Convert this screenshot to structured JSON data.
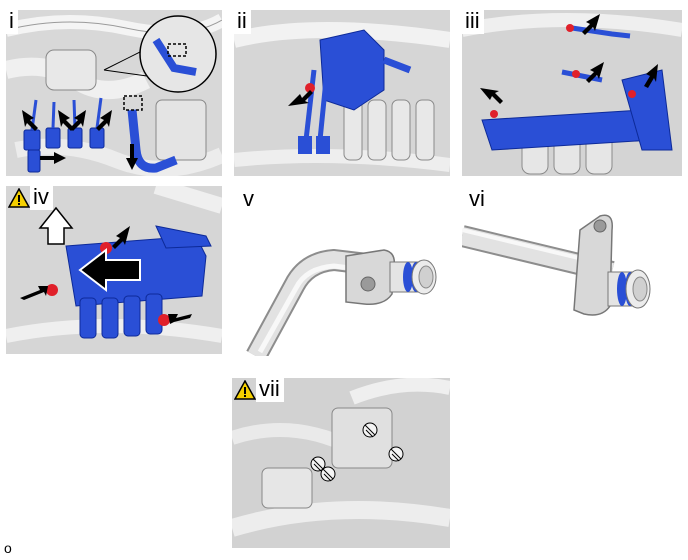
{
  "panels": [
    {
      "id": "i",
      "label": "i",
      "warning": false
    },
    {
      "id": "ii",
      "label": "ii",
      "warning": false
    },
    {
      "id": "iii",
      "label": "iii",
      "warning": false
    },
    {
      "id": "iv",
      "label": "iv",
      "warning": true
    },
    {
      "id": "v",
      "label": "v",
      "warning": false
    },
    {
      "id": "vi",
      "label": "vi",
      "warning": false
    },
    {
      "id": "vii",
      "label": "vii",
      "warning": true
    }
  ],
  "corner_caption": "o",
  "colors": {
    "highlight_blue": "#2a4fd6",
    "engine_gray": "#c8c8c8",
    "seal_blue": "#2a4fd6",
    "marker_red": "#e0202a",
    "warning_yellow": "#f5d000",
    "arrow_black": "#000000"
  },
  "icons": [
    "warning-triangle-icon",
    "pointer-arrow-icon",
    "move-direction-arrow-icon",
    "lift-arrow-icon",
    "detail-magnifier-icon"
  ]
}
